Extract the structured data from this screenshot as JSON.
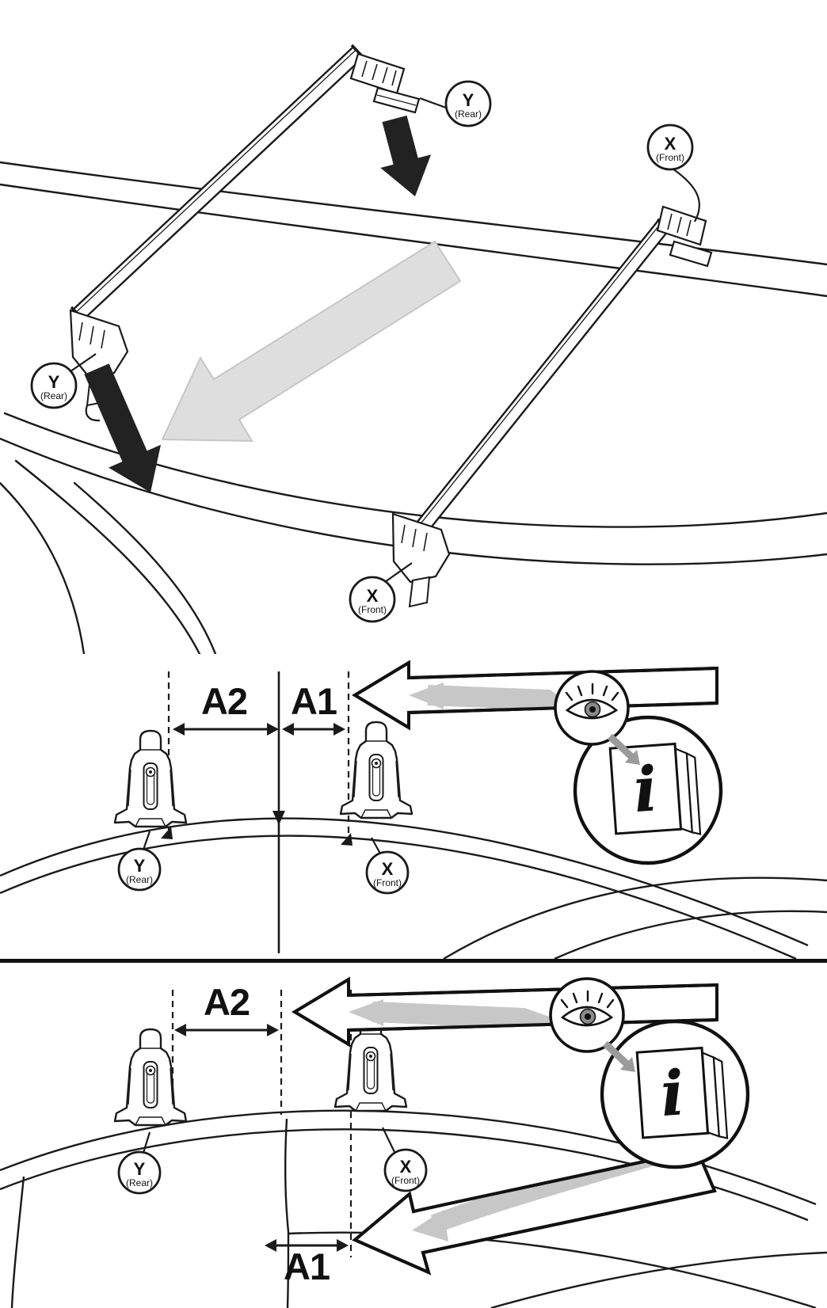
{
  "colors": {
    "background": "#ffffff",
    "line": "#1a1a1a",
    "outline": "#111111",
    "solid_arrow": "#222222",
    "ghost_arrow": "#dedede",
    "ghost_arrow_stroke": "#c6c6c6",
    "gray_band": "#c7c7c7",
    "mini_arrow": "#9b9b9b"
  },
  "badges": {
    "y": {
      "letter": "Y",
      "sub": "(Rear)"
    },
    "x": {
      "letter": "X",
      "sub": "(Front)"
    }
  },
  "dimensions": {
    "a1": "A1",
    "a2": "A2"
  },
  "icons": {
    "eye": "eye-icon",
    "info_booklet": "info-booklet-icon",
    "info_glyph": "i"
  }
}
